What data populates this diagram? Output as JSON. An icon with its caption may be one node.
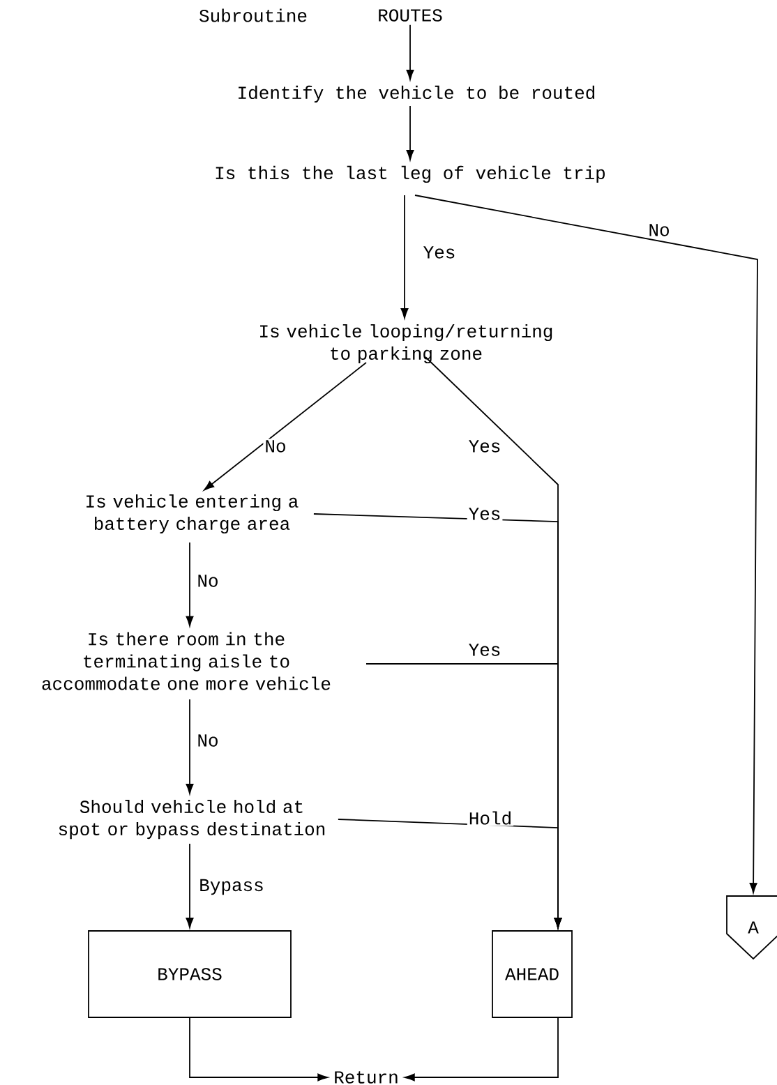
{
  "diagram": {
    "nodes": [
      {
        "text": [
          "ROUTES"
        ]
      },
      {
        "text": [
          "Identify the vehicle to be routed"
        ]
      },
      {
        "text": [
          "Is this the last leg of vehicle trip"
        ]
      },
      {
        "text": [
          "Is vehicle looping/returning to parking zone"
        ]
      },
      {
        "text": [
          "Is vehicle entering a battery charge area"
        ]
      },
      {
        "text": [
          "Is there room in the terminating aisle to accommodate one more vehicle"
        ]
      },
      {
        "text": [
          "Should vehicle hold at spot or bypass destination"
        ]
      },
      {
        "text": [
          "BYPASS"
        ]
      },
      {
        "text": [
          "AHEAD"
        ]
      },
      {
        "text": [
          "A"
        ]
      },
      {
        "text": [
          "Return"
        ]
      }
    ],
    "edges": [
      {
        "from": 0,
        "to": 1,
        "arrow": "to"
      },
      {
        "from": 1,
        "to": 2,
        "arrow": "to"
      },
      {
        "from": 2,
        "to": 3,
        "arrow": "to",
        "label": "Yes"
      },
      {
        "from": 2,
        "to": 9,
        "arrow": "to",
        "label": "No"
      },
      {
        "from": 3,
        "to": 4,
        "arrow": "to",
        "label": "No"
      },
      {
        "from": 3,
        "to": 8,
        "arrow": "to",
        "label": "Yes"
      },
      {
        "from": 4,
        "to": 8,
        "arrow": "to",
        "label": "Yes"
      },
      {
        "from": 4,
        "to": 5,
        "arrow": "to",
        "label": "No"
      },
      {
        "from": 5,
        "to": 8,
        "arrow": "to",
        "label": "Yes"
      },
      {
        "from": 5,
        "to": 6,
        "arrow": "to",
        "label": "No"
      },
      {
        "from": 6,
        "to": 8,
        "arrow": "to",
        "label": "Hold"
      },
      {
        "from": 6,
        "to": 7,
        "arrow": "to",
        "label": "Bypass"
      },
      {
        "from": 7,
        "to": 10,
        "arrow": "to"
      },
      {
        "from": 8,
        "to": 10,
        "arrow": "to"
      }
    ],
    "labels": [
      "Subroutine"
    ]
  }
}
